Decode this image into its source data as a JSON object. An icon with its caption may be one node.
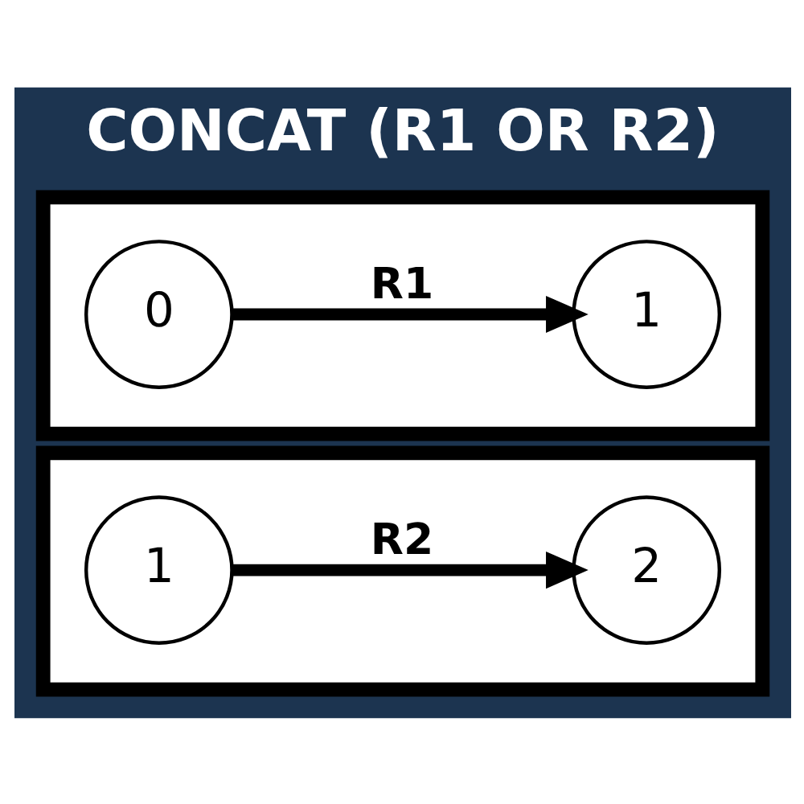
{
  "diagram": {
    "title": "CONCAT (R1 OR R2)",
    "nodes": [
      {
        "text": [],
        "shape": "box"
      },
      {
        "text": [
          "0"
        ],
        "in": 0
      },
      {
        "text": [
          "1"
        ],
        "in": 0
      },
      {
        "text": [],
        "shape": "box"
      },
      {
        "text": [
          "1"
        ],
        "in": 3
      },
      {
        "text": [
          "2"
        ],
        "in": 3
      }
    ],
    "edges": [
      {
        "from": 1,
        "to": 2,
        "arrow": "to",
        "label": "R1"
      },
      {
        "from": 4,
        "to": 5,
        "arrow": "to",
        "label": "R2"
      }
    ]
  }
}
